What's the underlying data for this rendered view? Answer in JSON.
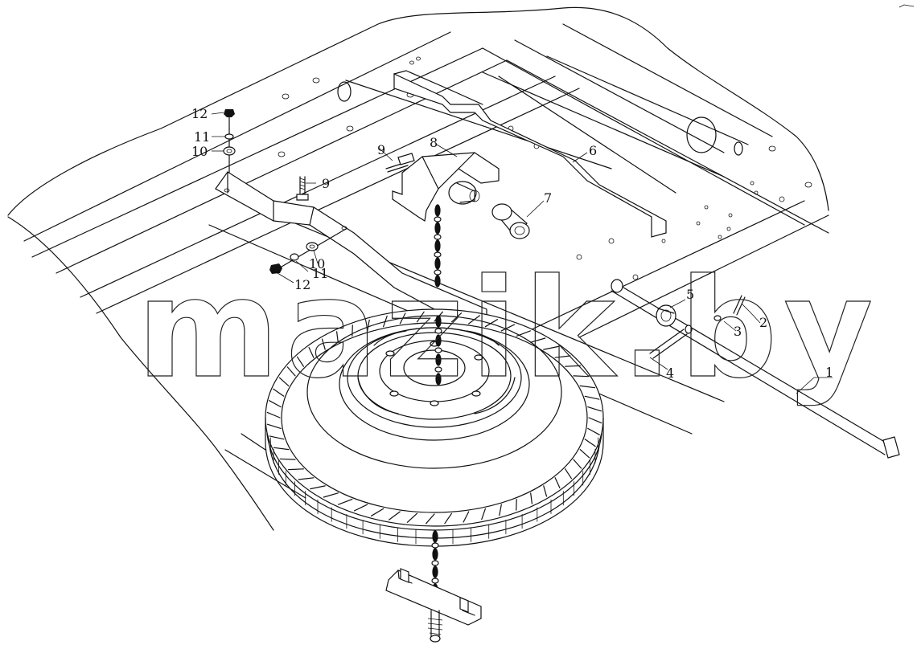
{
  "watermark": "mazik.by",
  "callouts": [
    {
      "id": "1",
      "text": "1"
    },
    {
      "id": "2",
      "text": "2"
    },
    {
      "id": "3",
      "text": "3"
    },
    {
      "id": "4",
      "text": "4"
    },
    {
      "id": "5",
      "text": "5"
    },
    {
      "id": "6",
      "text": "6"
    },
    {
      "id": "7",
      "text": "7"
    },
    {
      "id": "8",
      "text": "8"
    },
    {
      "id": "9a",
      "text": "9"
    },
    {
      "id": "9b",
      "text": "9"
    },
    {
      "id": "10a",
      "text": "10"
    },
    {
      "id": "10b",
      "text": "10"
    },
    {
      "id": "11a",
      "text": "11"
    },
    {
      "id": "11b",
      "text": "11"
    },
    {
      "id": "12a",
      "text": "12"
    },
    {
      "id": "12b",
      "text": "12"
    }
  ]
}
